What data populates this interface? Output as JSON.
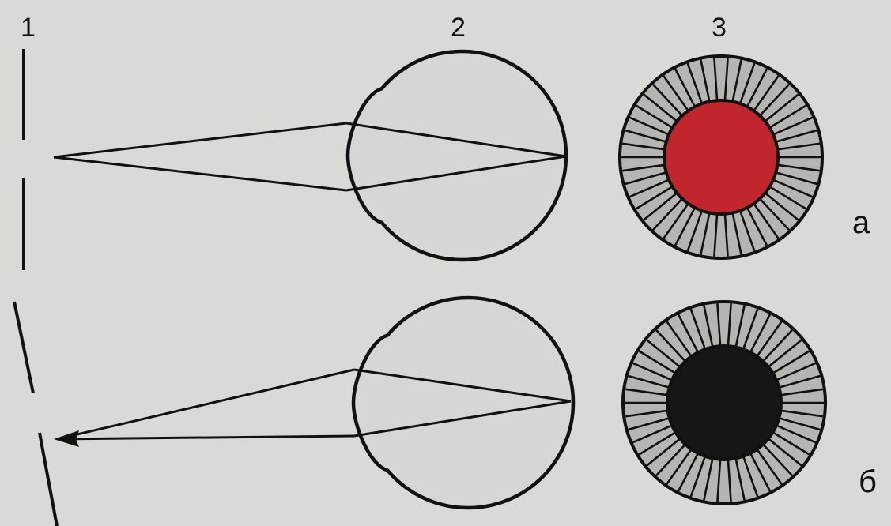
{
  "labels": {
    "mirror": "1",
    "eye": "2",
    "pupil": "3",
    "row_a": "а",
    "row_b": "б"
  },
  "colors": {
    "background": "#d9dad6",
    "line": "#111111",
    "eye_fill": "#d6d7d3",
    "iris_fill": "#b5b5b2",
    "pupil_reflex": "#c0262b",
    "pupil_dark": "#161616"
  }
}
